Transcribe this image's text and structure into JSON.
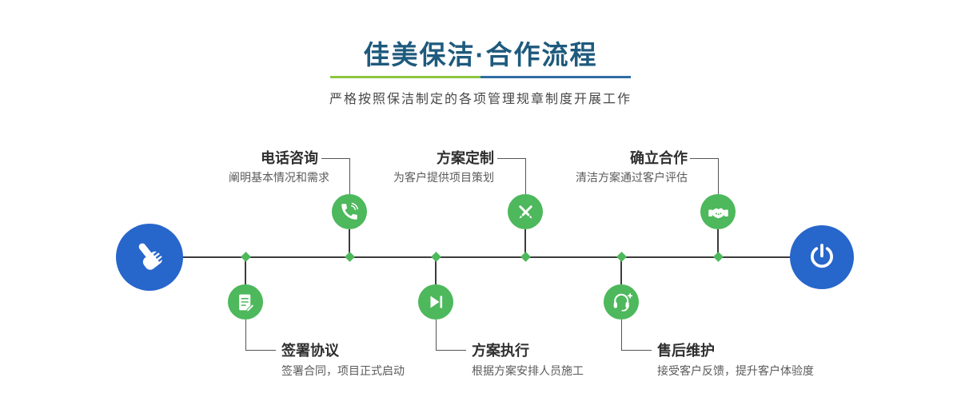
{
  "header": {
    "title": "佳美保洁·合作流程",
    "subtitle": "严格按照保洁制定的各项管理规章制度开展工作"
  },
  "flow": {
    "start_node": {
      "icon": "pointing-hand-icon"
    },
    "end_node": {
      "icon": "power-icon"
    },
    "top_steps": [
      {
        "title": "电话咨询",
        "desc": "阐明基本情况和需求",
        "icon": "phone-icon"
      },
      {
        "title": "方案定制",
        "desc": "为客户提供项目策划",
        "icon": "design-tools-icon"
      },
      {
        "title": "确立合作",
        "desc": "清洁方案通过客户评估",
        "icon": "handshake-icon"
      }
    ],
    "bottom_steps": [
      {
        "title": "签署协议",
        "desc": "签署合同，项目正式启动",
        "icon": "contract-icon"
      },
      {
        "title": "方案执行",
        "desc": "根据方案安排人员施工",
        "icon": "play-icon"
      },
      {
        "title": "售后维护",
        "desc": "接受客户反馈，提升客户体验度",
        "icon": "headset-icon"
      }
    ]
  },
  "colors": {
    "title": "#1e5a7d",
    "accent_green": "#4db85c",
    "accent_blue": "#2766cb",
    "divider_green": "#8cc63f",
    "divider_blue": "#2e6da4",
    "timeline_line": "#3b3b3b",
    "step_title": "#2f2f2f",
    "step_desc": "#5a5a5a"
  }
}
